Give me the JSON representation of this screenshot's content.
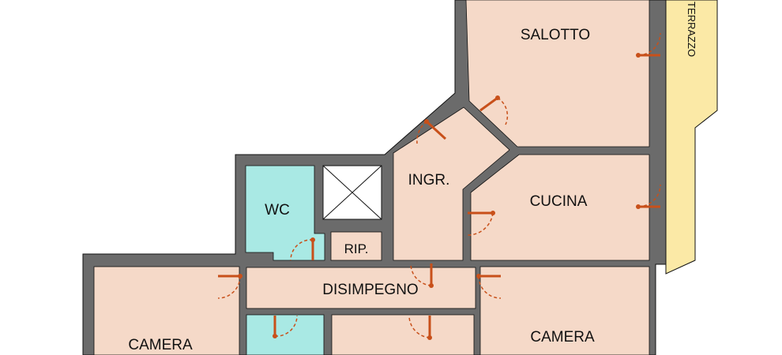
{
  "plan": {
    "rooms": {
      "salotto": "SALOTTO",
      "terrazzo": "TERRAZZO",
      "ingr": "INGR.",
      "cucina": "CUCINA",
      "wc": "WC",
      "rip": "RIP.",
      "disimpegno": "DISIMPEGNO",
      "camera_left": "CAMERA",
      "camera_right": "CAMERA"
    },
    "colors": {
      "room_fill": "#f5d9c8",
      "bath_fill": "#a9e9e4",
      "terrace_fill": "#fbe9a6",
      "wall": "#6b6b6b",
      "door": "#c8501a"
    }
  }
}
